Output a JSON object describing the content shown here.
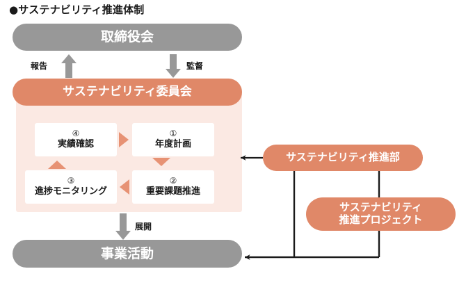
{
  "title": "●サステナビリティ推進体制",
  "nodes": {
    "board": {
      "label": "取締役会",
      "color": "#989898"
    },
    "committee": {
      "label": "サステナビリティ委員会",
      "color": "#E08868"
    },
    "business": {
      "label": "事業活動",
      "color": "#989898"
    },
    "department": {
      "label": "サステナビリティ推進部",
      "color": "#E08868"
    },
    "project": {
      "line1": "サステナビリティ",
      "line2": "推進プロジェクト",
      "color": "#E08868"
    }
  },
  "cycle": {
    "panel_color": "#FBE9E3",
    "steps": [
      {
        "num": "①",
        "label": "年度計画"
      },
      {
        "num": "②",
        "label": "重要課題推進"
      },
      {
        "num": "③",
        "label": "進捗モニタリング"
      },
      {
        "num": "④",
        "label": "実績確認"
      }
    ]
  },
  "arrows": {
    "report": "報告",
    "supervise": "監督",
    "deploy": "展開",
    "connector_color": "#1a1a1a",
    "gray": "#989898",
    "orange_tri": "#E79274"
  }
}
